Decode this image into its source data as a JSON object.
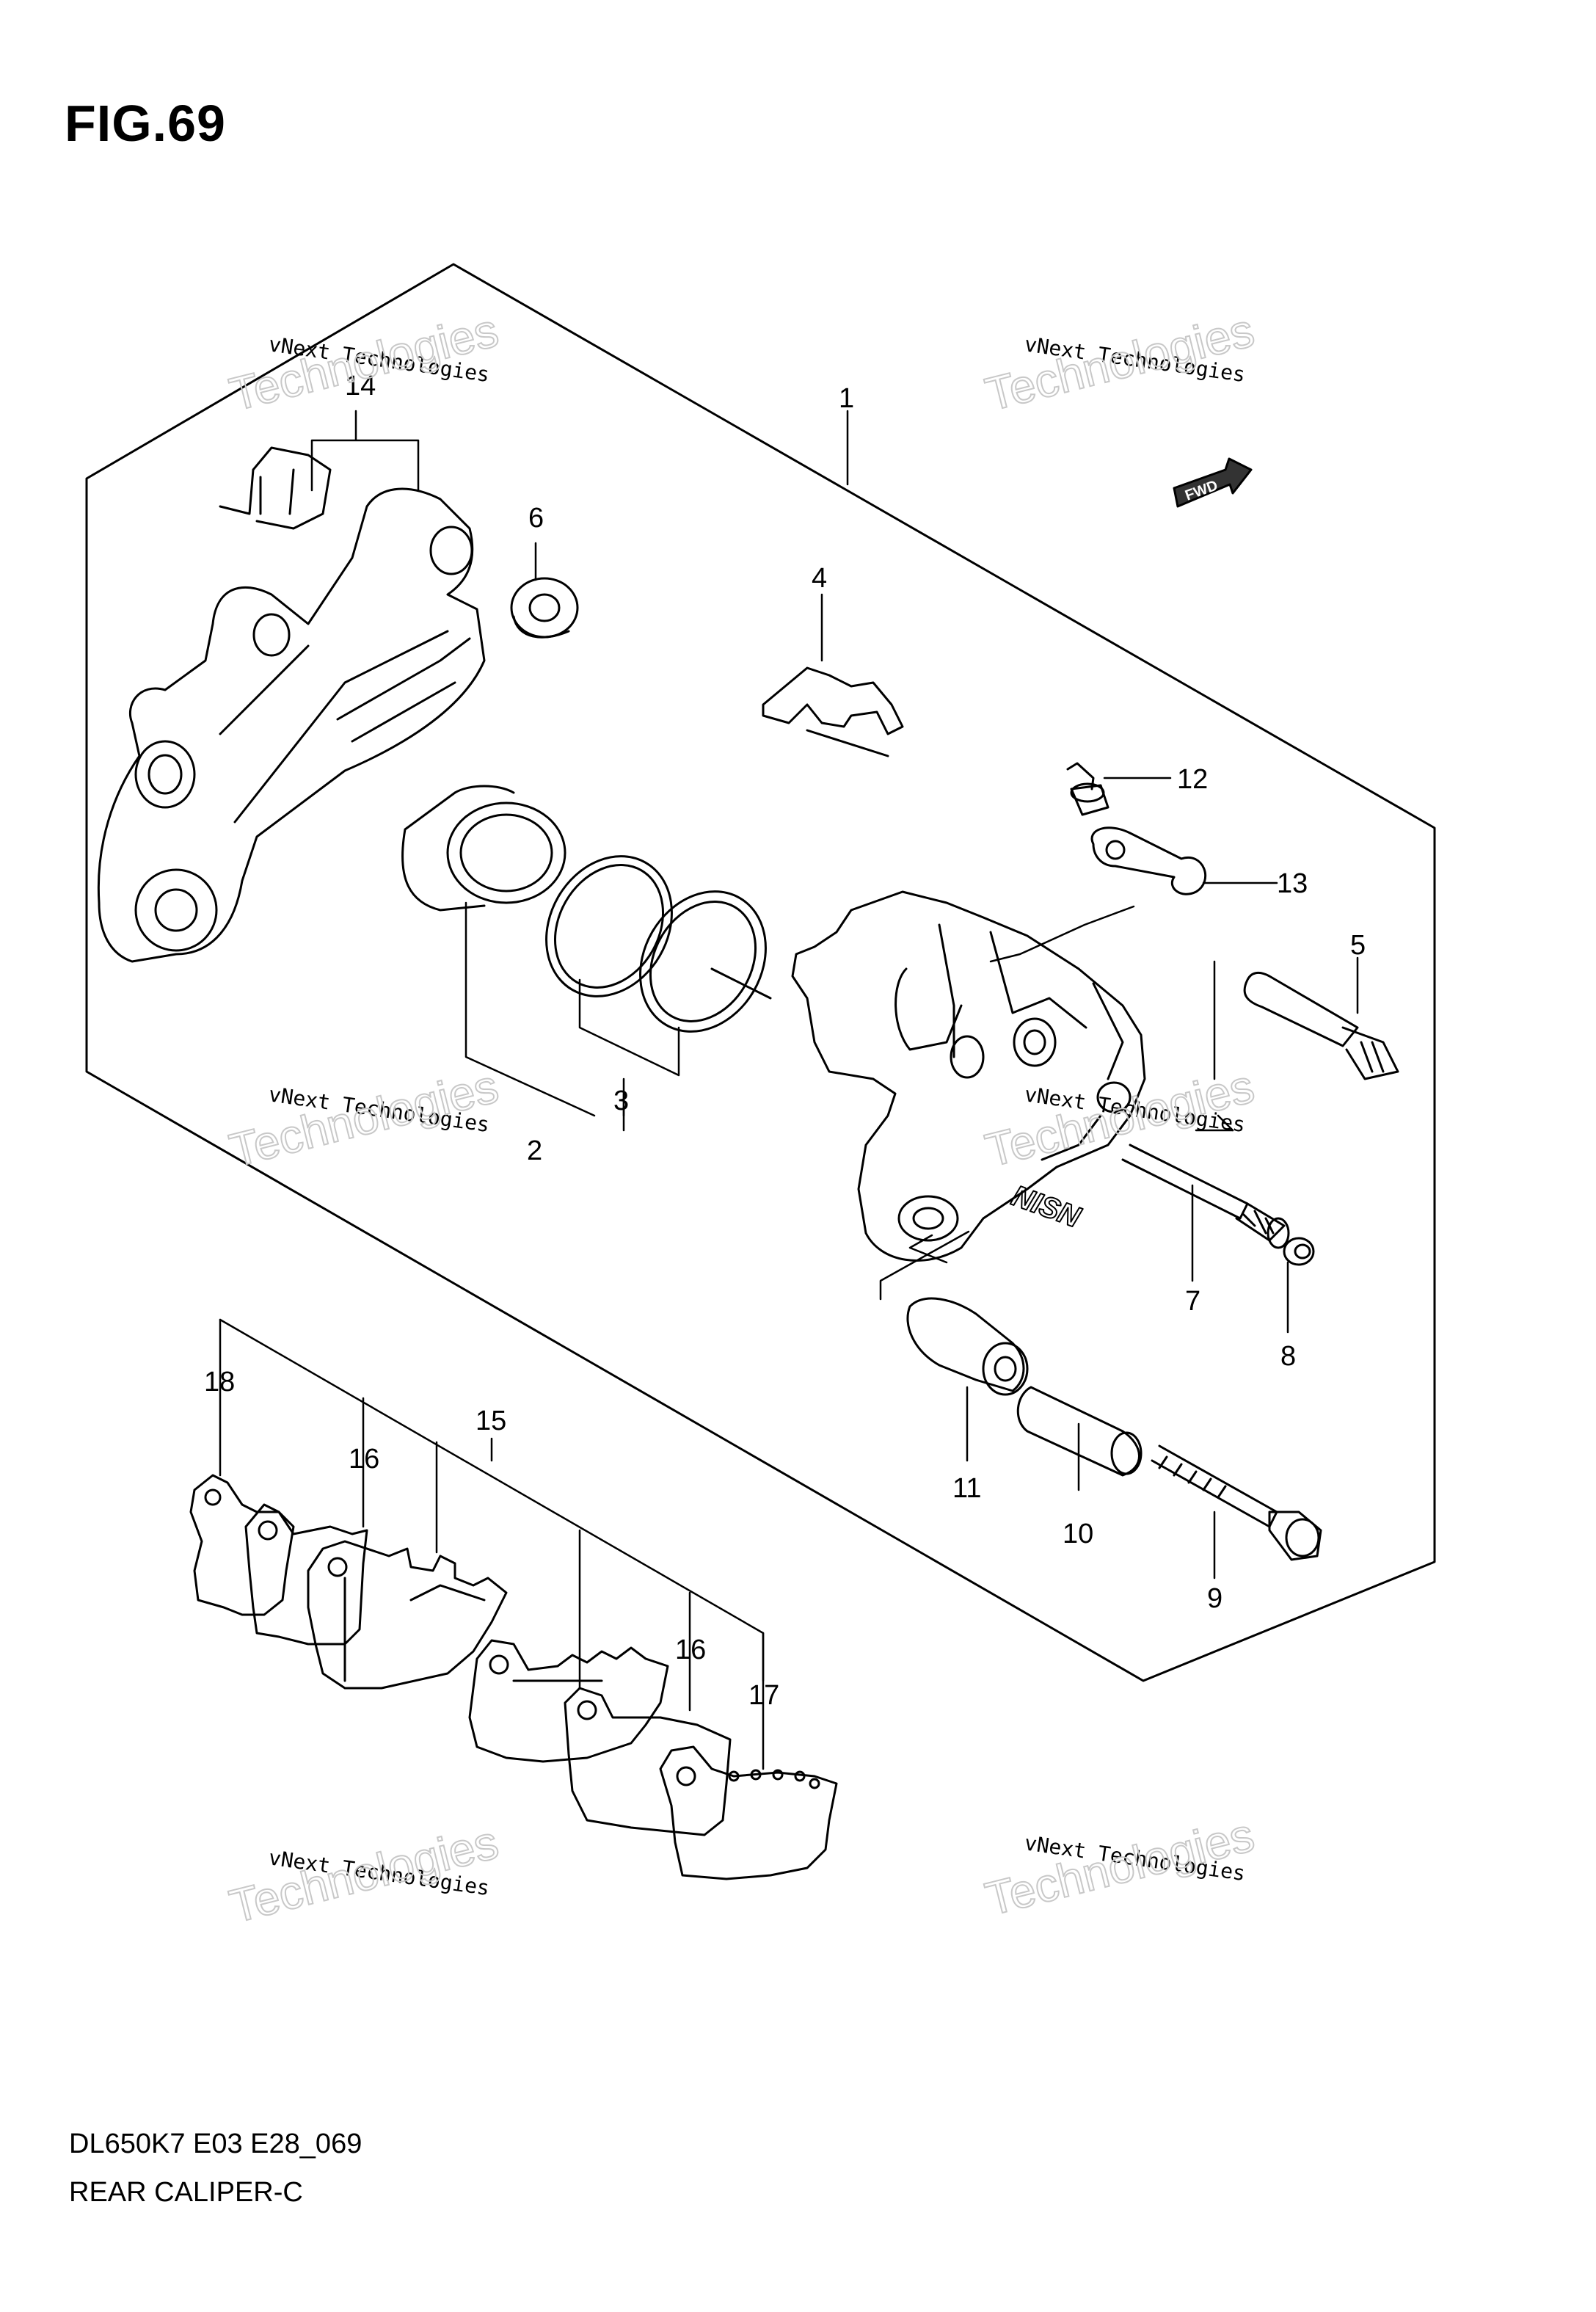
{
  "figure_title": "FIG.69",
  "model_code": "DL650K7 E03 E28_069",
  "diagram_name": "REAR CALIPER-C",
  "fwd_label": "FWD",
  "watermark": {
    "line1": "vNext Technologies",
    "line2": "vNext Technologies",
    "line3": "vNext Technologies"
  },
  "part_labels": {
    "p1": "1",
    "p2": "2",
    "p3": "3",
    "p4": "4",
    "p5": "5",
    "p6": "6",
    "p7": "7",
    "p8": "8",
    "p9": "9",
    "p10": "10",
    "p11": "11",
    "p12": "12",
    "p13": "13",
    "p14": "14",
    "p15": "15",
    "p16a": "16",
    "p16b": "16",
    "p17": "17",
    "p18": "18"
  }
}
